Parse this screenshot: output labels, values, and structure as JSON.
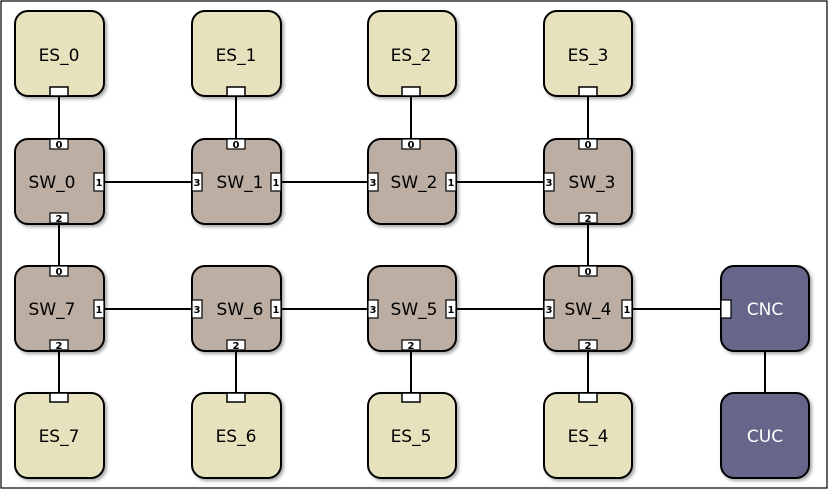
{
  "colors": {
    "end_station": "#e6e2bd",
    "switch": "#bcaea3",
    "controller": "#66668b",
    "controller_text": "#ffffff",
    "text": "#000000",
    "border": "#000000",
    "link": "#000000"
  },
  "end_stations": [
    {
      "id": "es0",
      "label": "ES_0"
    },
    {
      "id": "es1",
      "label": "ES_1"
    },
    {
      "id": "es2",
      "label": "ES_2"
    },
    {
      "id": "es3",
      "label": "ES_3"
    },
    {
      "id": "es7",
      "label": "ES_7"
    },
    {
      "id": "es6",
      "label": "ES_6"
    },
    {
      "id": "es5",
      "label": "ES_5"
    },
    {
      "id": "es4",
      "label": "ES_4"
    }
  ],
  "switches": [
    {
      "id": "sw0",
      "label": "SW_0",
      "ports": [
        "0",
        "1",
        "2"
      ]
    },
    {
      "id": "sw1",
      "label": "SW_1",
      "ports": [
        "0",
        "1",
        "3"
      ]
    },
    {
      "id": "sw2",
      "label": "SW_2",
      "ports": [
        "0",
        "1",
        "3"
      ]
    },
    {
      "id": "sw3",
      "label": "SW_3",
      "ports": [
        "0",
        "2",
        "3"
      ]
    },
    {
      "id": "sw7",
      "label": "SW_7",
      "ports": [
        "0",
        "1",
        "2"
      ]
    },
    {
      "id": "sw6",
      "label": "SW_6",
      "ports": [
        "1",
        "2",
        "3"
      ]
    },
    {
      "id": "sw5",
      "label": "SW_5",
      "ports": [
        "1",
        "2",
        "3"
      ]
    },
    {
      "id": "sw4",
      "label": "SW_4",
      "ports": [
        "0",
        "1",
        "2",
        "3"
      ]
    }
  ],
  "controllers": [
    {
      "id": "cnc",
      "label": "CNC"
    },
    {
      "id": "cuc",
      "label": "CUC"
    }
  ],
  "links": [
    [
      "es0",
      "sw0"
    ],
    [
      "es1",
      "sw1"
    ],
    [
      "es2",
      "sw2"
    ],
    [
      "es3",
      "sw3"
    ],
    [
      "sw0",
      "sw1"
    ],
    [
      "sw1",
      "sw2"
    ],
    [
      "sw2",
      "sw3"
    ],
    [
      "sw0",
      "sw7"
    ],
    [
      "sw3",
      "sw4"
    ],
    [
      "sw7",
      "sw6"
    ],
    [
      "sw6",
      "sw5"
    ],
    [
      "sw5",
      "sw4"
    ],
    [
      "sw4",
      "cnc"
    ],
    [
      "sw7",
      "es7"
    ],
    [
      "sw6",
      "es6"
    ],
    [
      "sw5",
      "es5"
    ],
    [
      "sw4",
      "es4"
    ],
    [
      "cnc",
      "cuc"
    ]
  ]
}
